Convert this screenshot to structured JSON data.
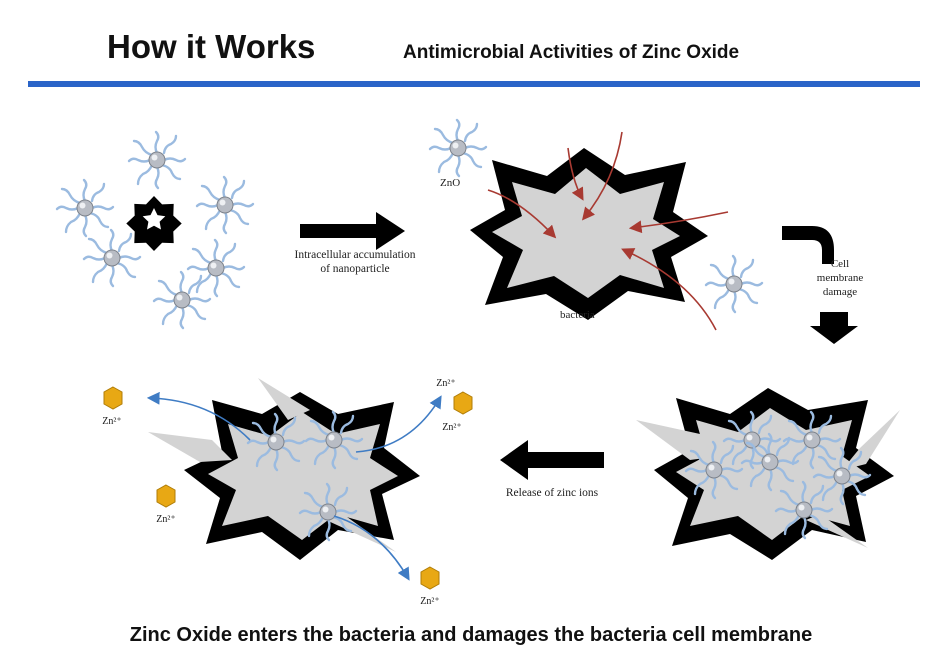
{
  "header": {
    "title": "How it Works",
    "subtitle": "Antimicrobial Activities of Zinc Oxide",
    "rule_color": "#2a64c8"
  },
  "diagram": {
    "label_accumulation_1": "Intracellular accumulation",
    "label_accumulation_2": "of nanoparticle",
    "label_zno": "ZnO",
    "label_bacteria": "bacteria",
    "label_membrane_1": "Cell",
    "label_membrane_2": "membrane",
    "label_membrane_3": "damage",
    "label_release": "Release of zinc ions",
    "ion_label": "Zn²⁺",
    "colors": {
      "cell_wall": "#000000",
      "cytoplasm": "#d3d3d3",
      "nanoparticle_ligand": "#9bbbe0",
      "nanoparticle_core": "#b8bcc4",
      "entry_arrow": "#a83a32",
      "release_arrow": "#3f7cc4",
      "zinc_ion": "#e8a814",
      "process_arrow": "#000000"
    }
  },
  "caption": "Zinc Oxide enters the bacteria and damages the bacteria cell membrane"
}
